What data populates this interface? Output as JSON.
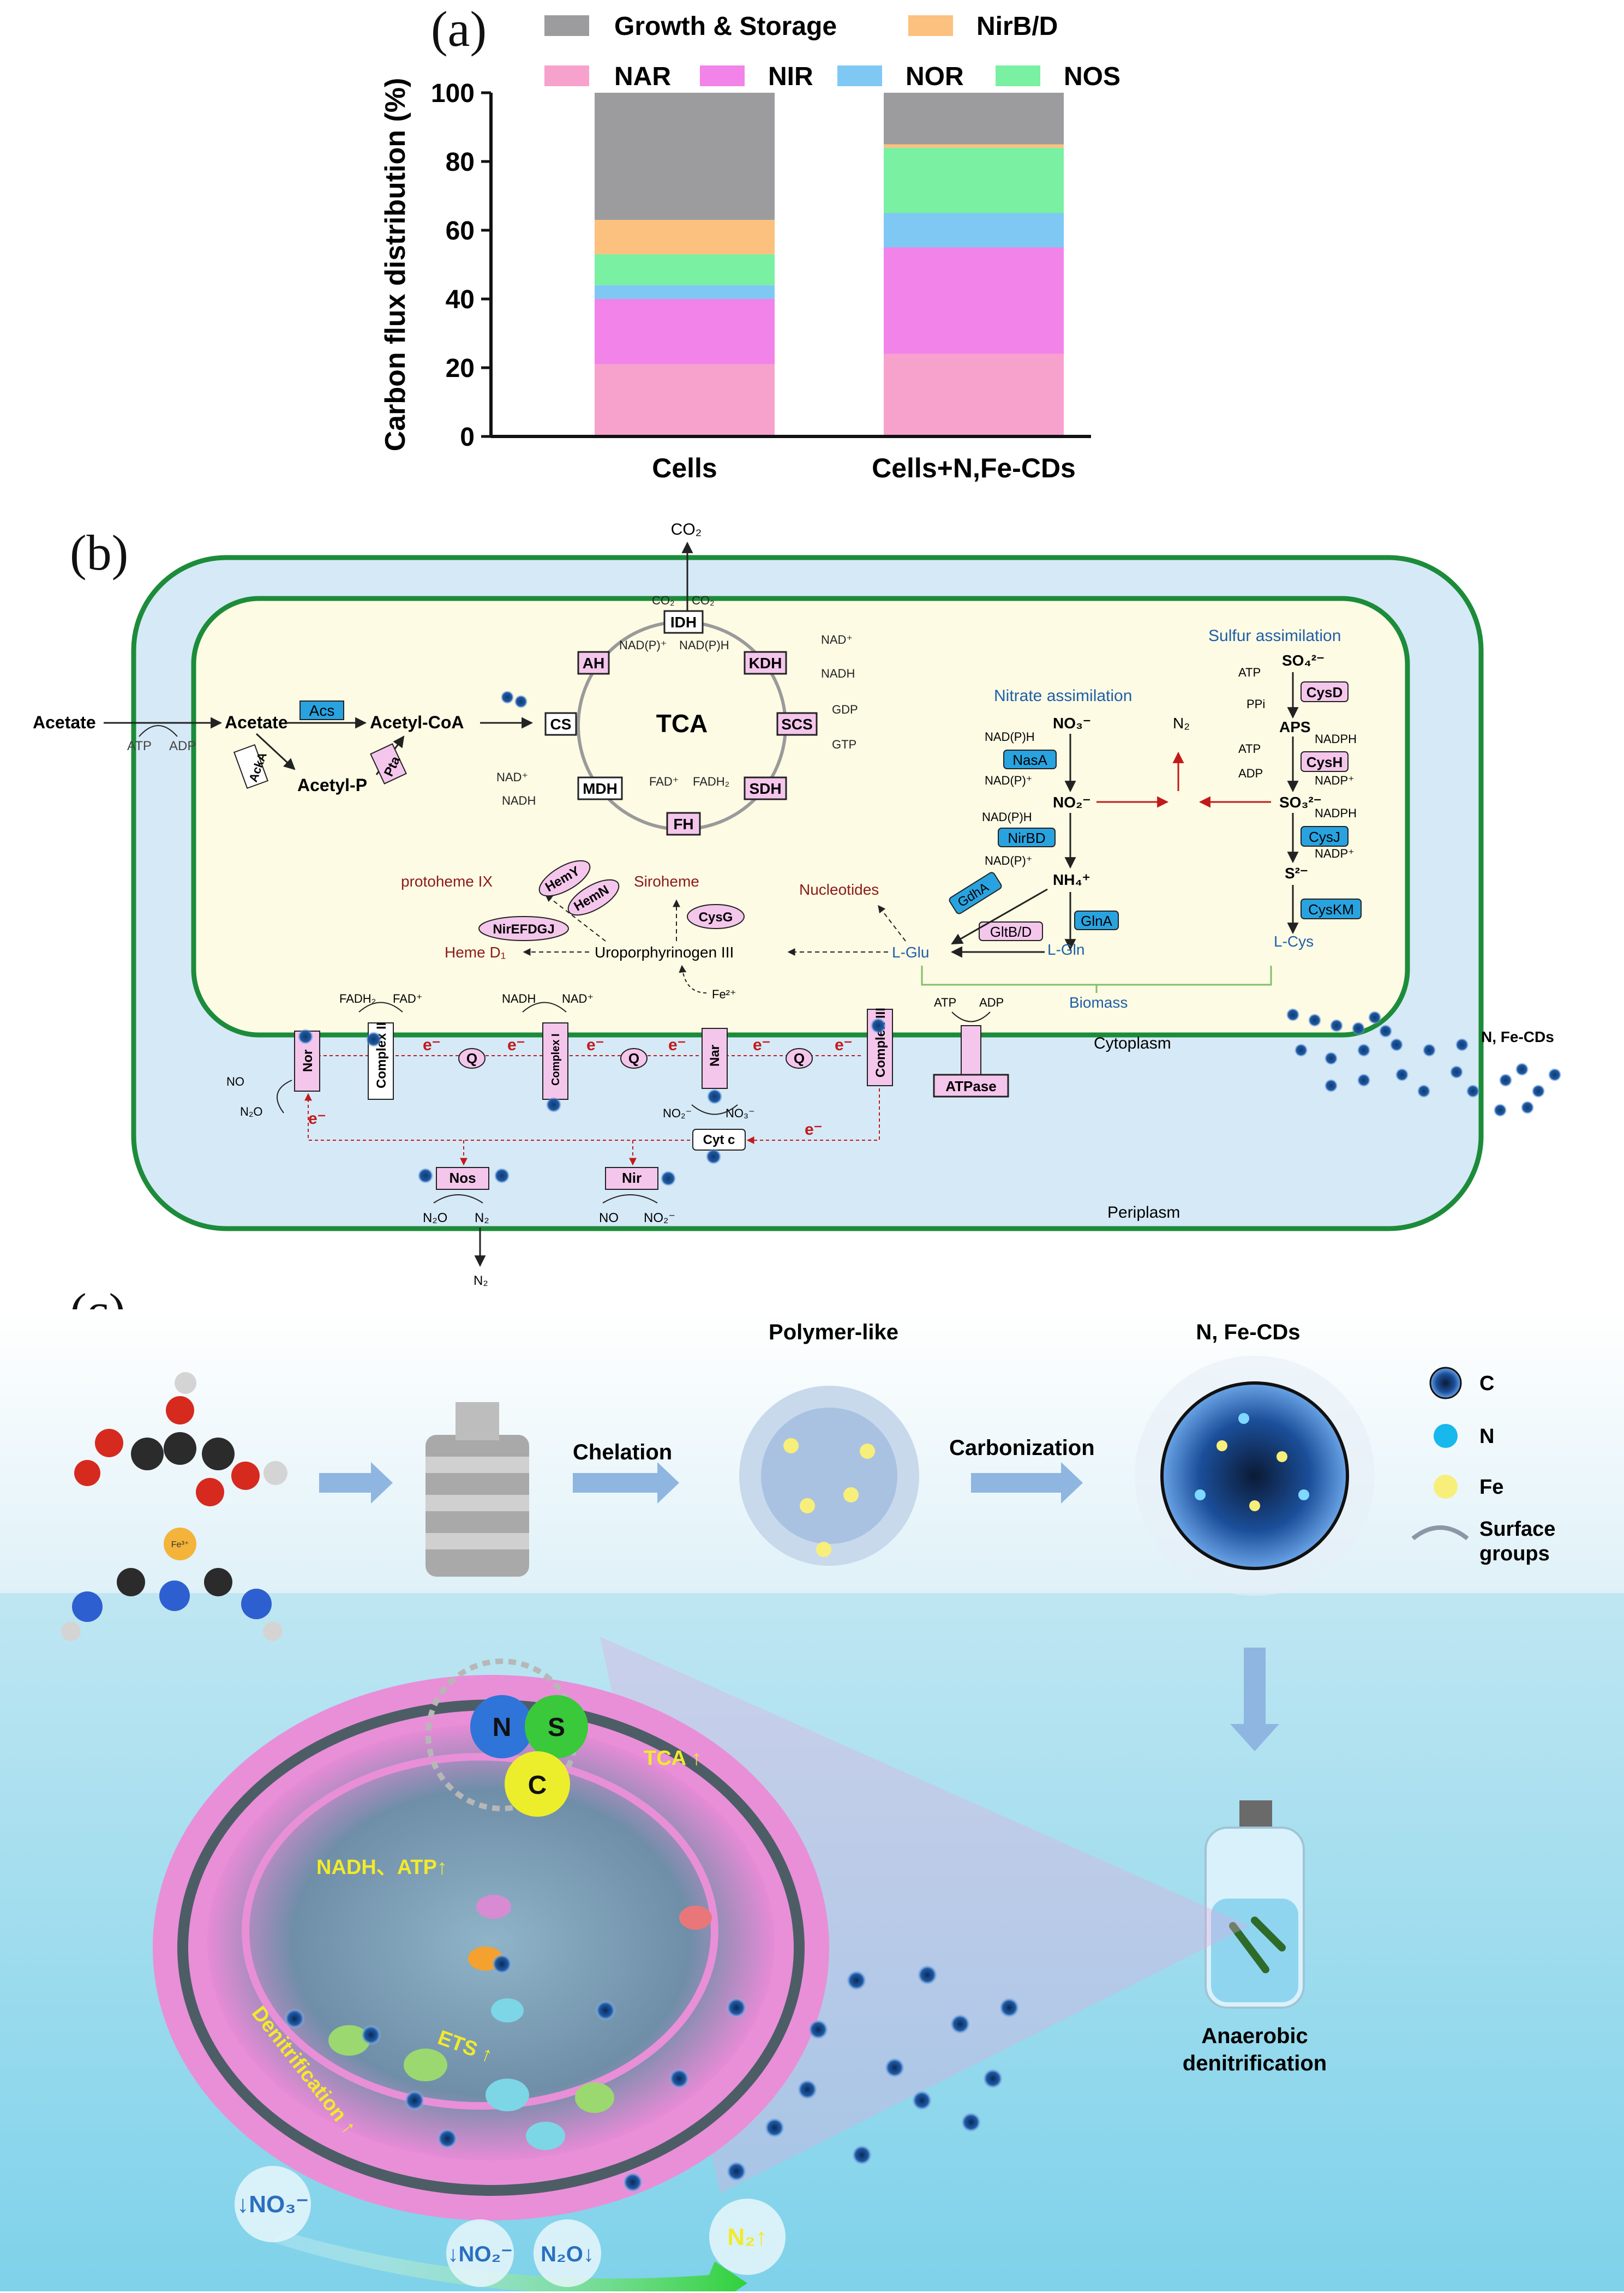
{
  "panels": {
    "a": "(a)",
    "b": "(b)",
    "c": "(c)"
  },
  "chart_data": {
    "type": "bar",
    "stacked": true,
    "categories": [
      "Cells",
      "Cells+N,Fe-CDs"
    ],
    "ylabel": "Carbon flux distribution (%)",
    "ylim": [
      0,
      100
    ],
    "yticks": [
      "0",
      "20",
      "40",
      "60",
      "80",
      "100"
    ],
    "legend_position": "top",
    "series": [
      {
        "name": "NAR",
        "color": "#f7a1cd",
        "values": [
          21,
          24
        ]
      },
      {
        "name": "NIR",
        "color": "#f283e8",
        "values": [
          19,
          31
        ]
      },
      {
        "name": "NOR",
        "color": "#7fc8f4",
        "values": [
          4,
          10
        ]
      },
      {
        "name": "NOS",
        "color": "#79f0a2",
        "values": [
          9,
          19
        ]
      },
      {
        "name": "NirB/D",
        "color": "#fcc17e",
        "values": [
          10,
          1
        ]
      },
      {
        "name": "Growth & Storage",
        "color": "#9c9c9f",
        "values": [
          37,
          15
        ]
      }
    ],
    "legend_order": [
      "Growth & Storage",
      "NirB/D",
      "NAR",
      "NIR",
      "NOR",
      "NOS"
    ]
  },
  "diagram_b": {
    "co2_top": "CO₂",
    "acetate_out": "Acetate",
    "acetate_in": "Acetate",
    "atp": "ATP",
    "adp": "ADP",
    "acs": "Acs",
    "acka": "AckA",
    "pta": "Pta",
    "acetyl_coa": "Acetyl-CoA",
    "acetyl_p": "Acetyl-P",
    "tca": "TCA",
    "enzymes": [
      "CS",
      "AH",
      "IDH",
      "KDH",
      "SCS",
      "SDH",
      "FH",
      "MDH"
    ],
    "idh_cofactors": [
      "NAD(P)⁺",
      "NAD(P)H"
    ],
    "co2_pair": [
      "CO₂",
      "CO₂"
    ],
    "kdh_cofactors": [
      "NAD⁺",
      "NADH"
    ],
    "scs_cofactors": [
      "GDP",
      "GTP"
    ],
    "fh_cofactors": [
      "FAD⁺",
      "FADH₂"
    ],
    "mdh_cofactors": [
      "NAD⁺",
      "NADH"
    ],
    "nitrate_title": "Nitrate assimilation",
    "sulfur_title": "Sulfur assimilation",
    "no3": "NO₃⁻",
    "no2": "NO₂⁻",
    "nh4": "NH₄⁺",
    "n2": "N₂",
    "nasa": "NasA",
    "nirbd": "NirBD",
    "glna": "GlnA",
    "gdha": "GdhA",
    "gltbd": "GltB/D",
    "nadph": "NAD(P)H",
    "nadp": "NAD(P)⁺",
    "so4": "SO₄²⁻",
    "aps": "APS",
    "so3": "SO₃²⁻",
    "s2": "S²⁻",
    "cysd": "CysD",
    "cysh": "CysH",
    "cysj": "CysJ",
    "cyskm": "CysKM",
    "ppi": "PPi",
    "nadph_plain": "NADPH",
    "nadp_plain": "NADP⁺",
    "l_cys": "L-Cys",
    "l_gln": "L-Gln",
    "l_glu": "L-Glu",
    "nucleotides": "Nucleotides",
    "biomass": "Biomass",
    "uro": "Uroporphyrinogen III",
    "siroheme": "Siroheme",
    "protoheme": "protoheme IX",
    "heme_d1": "Heme D₁",
    "hemy": "HemY",
    "hemn": "HemN",
    "nirefdgj": "NirEFDGJ",
    "cysg": "CysG",
    "fe2": "Fe²⁺",
    "cytoplasm": "Cytoplasm",
    "periplasm": "Periplasm",
    "ncds": "N, Fe-CDs",
    "nor": "Nor",
    "complex2": "Complex II",
    "complex1": "Complex I",
    "nar": "Nar",
    "complex3": "Complex III",
    "q": "Q",
    "electron": "e⁻",
    "cytc": "Cyt c",
    "atpase": "ATPase",
    "fadh2": "FADH₂",
    "fad": "FAD⁺",
    "nadh": "NADH",
    "nad": "NAD⁺",
    "no": "NO",
    "n2o": "N₂O",
    "nos": "Nos",
    "nir": "Nir"
  },
  "diagram_c": {
    "polymer_like": "Polymer-like",
    "ncds_title": "N, Fe-CDs",
    "chelation": "Chelation",
    "carbonization": "Carbonization",
    "fe3": "Fe³⁺",
    "legend_c": "C",
    "legend_n": "N",
    "legend_fe": "Fe",
    "legend_surface": [
      "Surface",
      "groups"
    ],
    "gear_n": "N",
    "gear_s": "S",
    "gear_c": "C",
    "tca_up": "TCA ↑",
    "nadh_atp": "NADH、ATP↑",
    "ets_up": "ETS ↑",
    "denitrification": "Denitrification ↑",
    "no3_down": "↓NO₃⁻",
    "no2_down": "↓NO₂⁻",
    "n2o_down": "N₂O↓",
    "n2_up": "N₂↑",
    "anaerobic": [
      "Anaerobic",
      "denitrification"
    ]
  }
}
